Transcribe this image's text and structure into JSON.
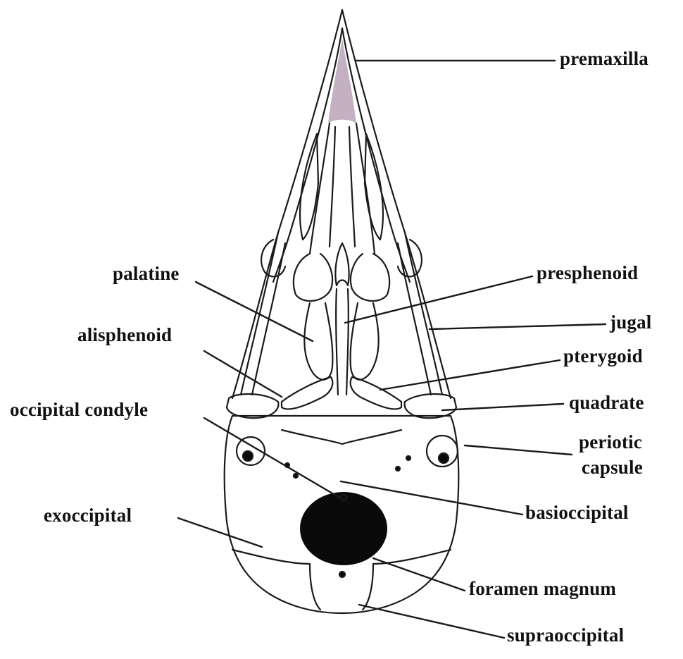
{
  "labels": {
    "premaxilla": "premaxilla",
    "palatine": "palatine",
    "presphenoid": "presphenoid",
    "jugal": "jugal",
    "alisphenoid": "alisphenoid",
    "pterygoid": "pterygoid",
    "occipital_condyle": "occipital condyle",
    "quadrate": "quadrate",
    "periotic_line1": "periotic",
    "periotic_line2": "capsule",
    "exoccipital": "exoccipital",
    "basioccipital": "basioccipital",
    "foramen_magnum": "foramen magnum",
    "supraoccipital": "supraoccipital"
  },
  "colors": {
    "ink": "#111111",
    "fill_dark": "#0a0a0a",
    "tip_shade": "#7a4f7a"
  }
}
